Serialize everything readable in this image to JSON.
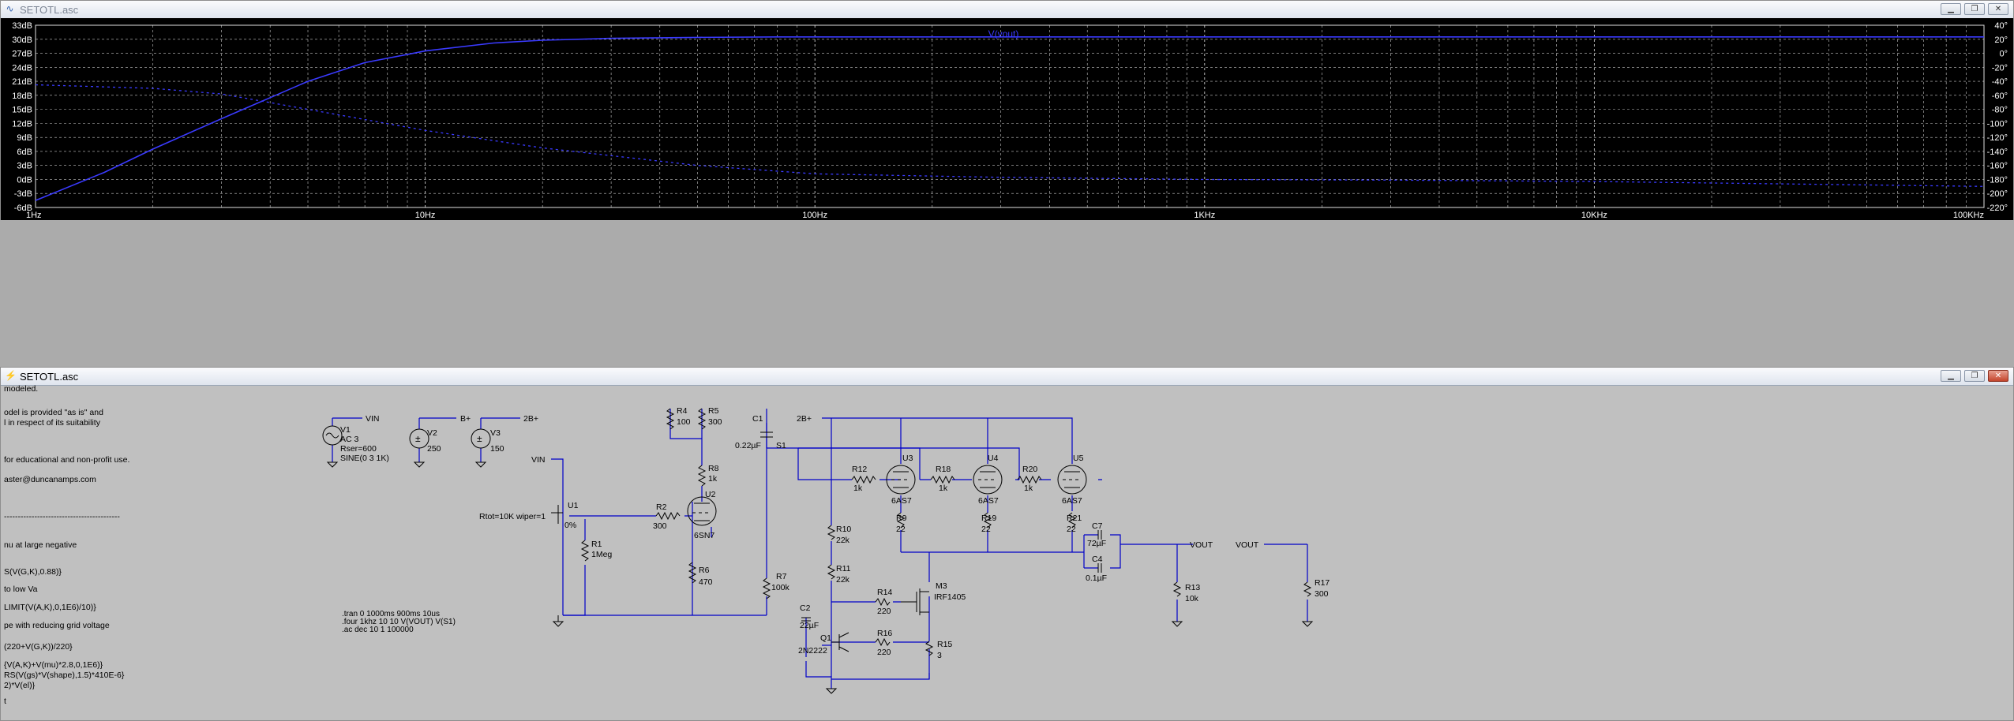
{
  "plot_window": {
    "title": "SETOTL.asc",
    "trace_label": "V(vout)",
    "x_ticks": [
      "1Hz",
      "10Hz",
      "100Hz",
      "1KHz",
      "10KHz",
      "100KHz"
    ],
    "y_left": [
      "33dB",
      "30dB",
      "27dB",
      "24dB",
      "21dB",
      "18dB",
      "15dB",
      "12dB",
      "9dB",
      "6dB",
      "3dB",
      "0dB",
      "-3dB",
      "-6dB"
    ],
    "y_right": [
      "40°",
      "20°",
      "0°",
      "-20°",
      "-40°",
      "-60°",
      "-80°",
      "-100°",
      "-120°",
      "-140°",
      "-160°",
      "-180°",
      "-200°",
      "-220°"
    ],
    "minimize_icon": "minimize-icon",
    "restore_icon": "restore-icon",
    "close_icon": "close-icon",
    "accent_color": "#3a3aff",
    "background_color": "#000000"
  },
  "chart_data": {
    "type": "line",
    "x_scale": "log",
    "xlim": [
      1,
      100000
    ],
    "ylim": [
      -6,
      33
    ],
    "y2lim": [
      -220,
      40
    ],
    "series": [
      {
        "name": "V(vout)",
        "axis": "magnitude_dB",
        "x": [
          1,
          1.5,
          2,
          3,
          4,
          5,
          7,
          10,
          15,
          20,
          30,
          50,
          80,
          100,
          1000,
          10000,
          100000
        ],
        "y": [
          -4.5,
          1.5,
          6.5,
          13,
          17.5,
          21,
          25,
          27.5,
          29.2,
          29.8,
          30.2,
          30.4,
          30.5,
          30.5,
          30.5,
          30.5,
          30.5
        ]
      },
      {
        "name": "V(vout)",
        "axis": "phase_deg",
        "x": [
          1,
          2,
          3,
          5,
          10,
          20,
          50,
          100,
          300,
          1000,
          3000,
          10000,
          100000
        ],
        "y": [
          -45,
          -50,
          -58,
          -80,
          -110,
          -135,
          -160,
          -172,
          -177,
          -180,
          -181,
          -183,
          -190
        ]
      }
    ]
  },
  "schematic_window": {
    "title": "SETOTL.asc",
    "comments": [
      {
        "text": "modeled."
      },
      {
        "text": "odel is provided \"as is\" and"
      },
      {
        "text": "l in respect of its suitability"
      },
      {
        "text": "for educational and non-profit use."
      },
      {
        "text": "aster@duncanamps.com"
      },
      {
        "text": "------------------------------------------"
      },
      {
        "text": "nu at large negative"
      },
      {
        "text": "S(V(G,K),0.88)}"
      },
      {
        "text": "to low Va"
      },
      {
        "text": "LIMIT(V(A,K),0,1E6)/10)}"
      },
      {
        "text": "pe with reducing grid voltage"
      },
      {
        "text": "(220+V(G,K))/220}"
      },
      {
        "text": "{V(A,K)+V(mu)*2.8,0,1E6)}"
      },
      {
        "text": "RS(V(gs)*V(shape),1.5)*410E-6}"
      },
      {
        "text": "2)*V(el)}"
      },
      {
        "text": "t"
      }
    ],
    "directives": [
      ".tran 0 1000ms 900ms 10us",
      ".four 1khz 10 10 V(VOUT) V(S1)",
      ".ac dec 10 1 100000"
    ],
    "labels": {
      "vin_net": "VIN",
      "bplus_net": "B+",
      "b2plus_net": "2B+",
      "vout_net": "VOUT",
      "v1_name": "V1",
      "v1_ac": "AC 3",
      "v1_rser": "Rser=600",
      "v1_sine": "SINE(0 3 1K)",
      "v2_name": "V2",
      "v2_val": "250",
      "v3_name": "V3",
      "v3_val": "150",
      "u1_name": "U1",
      "u1_param": "Rtot=10K wiper=1",
      "u1_pct": "0%",
      "r1_name": "R1",
      "r1_val": "1Meg",
      "r2_name": "R2",
      "r2_val": "300",
      "r4_name": "R4",
      "r4_val": "100",
      "r5_name": "R5",
      "r5_val": "300",
      "r8_name": "R8",
      "r8_val": "1k",
      "u2_name": "U2",
      "u2_type": "6SN7",
      "r6_name": "R6",
      "r6_val": "470",
      "c1_name": "C1",
      "c1_val": "0.22µF",
      "s1_net": "S1",
      "r7_name": "R7",
      "r7_val": "100k",
      "r12_name": "R12",
      "r12_val": "1k",
      "u3_name": "U3",
      "u3_type": "6AS7",
      "r18_name": "R18",
      "r18_val": "1k",
      "u4_name": "U4",
      "u4_type": "6AS7",
      "r20_name": "R20",
      "r20_val": "1k",
      "u5_name": "U5",
      "u5_type": "6AS7",
      "r9_name": "R9",
      "r9_val": "22",
      "r19_name": "R19",
      "r19_val": "22",
      "r21_name": "R21",
      "r21_val": "22",
      "c7_name": "C7",
      "c7_val": "72µF",
      "c4_name": "C4",
      "c4_val": "0.1µF",
      "r10_name": "R10",
      "r10_val": "22k",
      "r11_name": "R11",
      "r11_val": "22k",
      "r14_name": "R14",
      "r14_val": "220",
      "m3_name": "M3",
      "m3_type": "IRF1405",
      "c2_name": "C2",
      "c2_val": "22µF",
      "q1_name": "Q1",
      "q1_type": "2N2222",
      "r16_name": "R16",
      "r16_val": "220",
      "r15_name": "R15",
      "r15_val": "3",
      "r13_name": "R13",
      "r13_val": "10k",
      "r17_name": "R17",
      "r17_val": "300"
    },
    "wire_color": "#0000c8",
    "text_color": "#000000"
  }
}
